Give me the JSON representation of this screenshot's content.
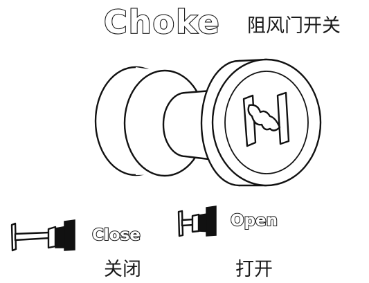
{
  "title": "Choke",
  "title_cn": "阻风门开关",
  "knob": {
    "glyph": "N"
  },
  "positions": [
    {
      "id": "close",
      "label_en": "Close",
      "label_cn": "关闭"
    },
    {
      "id": "open",
      "label_en": "Open",
      "label_cn": "打开"
    }
  ],
  "colors": {
    "line": "#111111",
    "fill": "#ffffff",
    "plunger": "#111111"
  }
}
